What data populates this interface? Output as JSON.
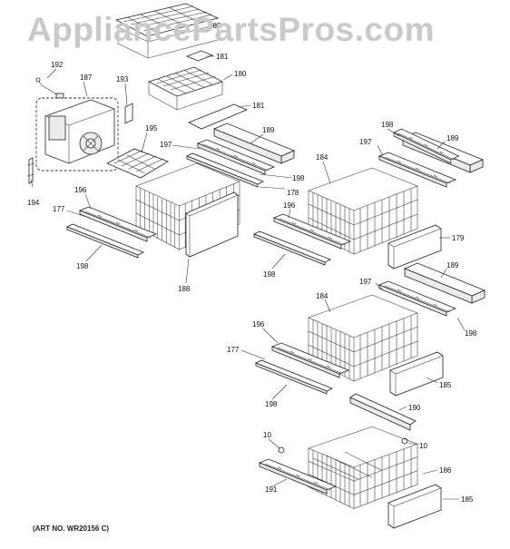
{
  "watermark": "AppliancePartsPros.com",
  "art_number": "(ART NO. WR20156 C)",
  "callouts": [
    {
      "id": "182",
      "text": "182"
    },
    {
      "id": "181a",
      "text": "181"
    },
    {
      "id": "180",
      "text": "180"
    },
    {
      "id": "181b",
      "text": "181"
    },
    {
      "id": "192",
      "text": "192"
    },
    {
      "id": "187",
      "text": "187"
    },
    {
      "id": "193",
      "text": "193"
    },
    {
      "id": "195",
      "text": "195"
    },
    {
      "id": "194",
      "text": "194"
    },
    {
      "id": "189a",
      "text": "189"
    },
    {
      "id": "197a",
      "text": "197"
    },
    {
      "id": "198a",
      "text": "198"
    },
    {
      "id": "178",
      "text": "178"
    },
    {
      "id": "198b",
      "text": "198"
    },
    {
      "id": "197b",
      "text": "197"
    },
    {
      "id": "189b",
      "text": "189"
    },
    {
      "id": "184a",
      "text": "184"
    },
    {
      "id": "196a",
      "text": "196"
    },
    {
      "id": "177a",
      "text": "177"
    },
    {
      "id": "198c",
      "text": "198"
    },
    {
      "id": "188",
      "text": "188"
    },
    {
      "id": "196b",
      "text": "196"
    },
    {
      "id": "198d",
      "text": "198"
    },
    {
      "id": "179",
      "text": "179"
    },
    {
      "id": "189c",
      "text": "189"
    },
    {
      "id": "197c",
      "text": "197"
    },
    {
      "id": "184b",
      "text": "184"
    },
    {
      "id": "198e",
      "text": "198"
    },
    {
      "id": "196c",
      "text": "196"
    },
    {
      "id": "177b",
      "text": "177"
    },
    {
      "id": "198f",
      "text": "198"
    },
    {
      "id": "185a",
      "text": "185"
    },
    {
      "id": "190",
      "text": "190"
    },
    {
      "id": "10a",
      "text": "10"
    },
    {
      "id": "10b",
      "text": "10"
    },
    {
      "id": "186",
      "text": "186"
    },
    {
      "id": "191",
      "text": "191"
    },
    {
      "id": "185b",
      "text": "185"
    }
  ]
}
